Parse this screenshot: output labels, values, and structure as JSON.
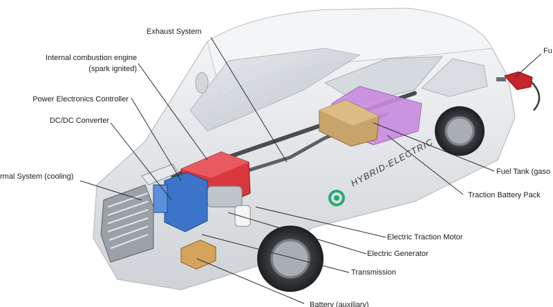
{
  "labels": {
    "exhaust": "Exhaust System",
    "ice_line1": "Internal combustion engine",
    "ice_line2": "(spark ignited)",
    "pec": "Power Electronics Controller",
    "dcdc": "DC/DC Converter",
    "thermal": "rmal System (cooling)",
    "fuel_port": "Fu",
    "fuel_tank": "Fuel Tank (gaso",
    "battery_pack": "Traction Battery Pack",
    "traction_motor": "Electric Traction Motor",
    "generator": "Electric Generator",
    "transmission": "Transmission",
    "aux_battery": "Battery (auxiliary)"
  },
  "body_text": "HYBRID-ELECTRIC",
  "colors": {
    "car_body": "#eef0f2",
    "engine": "#d8373d",
    "battery_pack": "#c98be0",
    "fuel_tank": "#c9a46a",
    "electronics": "#3b74c8",
    "fuel_nozzle": "#c8242b",
    "logo": "#2aa877"
  },
  "icons": [
    "fuel-nozzle-icon",
    "hybrid-logo-icon"
  ]
}
